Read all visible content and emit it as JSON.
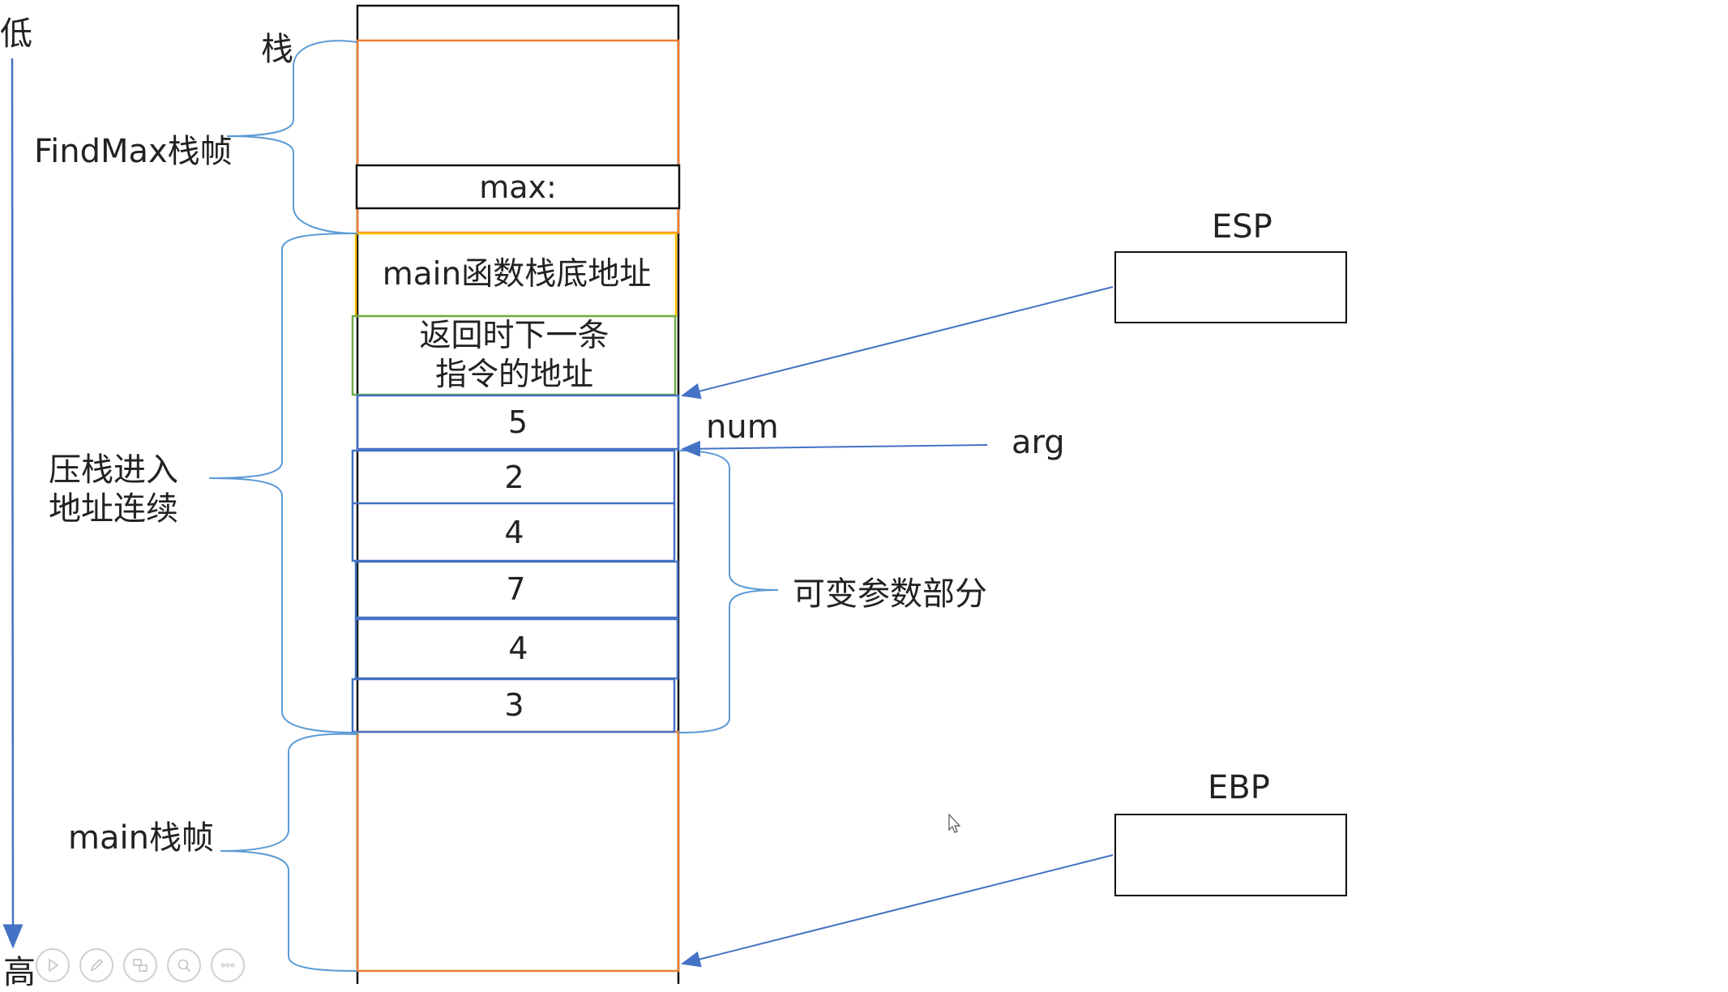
{
  "axis": {
    "low": "低",
    "high": "高"
  },
  "stack_title": "栈",
  "frames": {
    "findmax": "FindMax栈帧",
    "pushed": [
      "压栈进入",
      "地址连续"
    ],
    "main": "main栈帧"
  },
  "cells": {
    "max": "max:",
    "main_base": "main函数栈底地址",
    "return_addr": [
      "返回时下一条",
      "指令的地址"
    ],
    "values": [
      "5",
      "2",
      "4",
      "7",
      "4",
      "3"
    ]
  },
  "labels": {
    "num": "num",
    "arg": "arg",
    "variadic": "可变参数部分",
    "esp": "ESP",
    "ebp": "EBP"
  },
  "colors": {
    "orange": "#ED7D31",
    "yellow": "#FFC000",
    "green": "#70AD47",
    "blue": "#4472C4",
    "bracket": "#5B9BD5",
    "black": "#111111"
  },
  "toolbar": [
    "play-icon",
    "pen-icon",
    "screens-icon",
    "zoom-icon",
    "more-icon"
  ]
}
